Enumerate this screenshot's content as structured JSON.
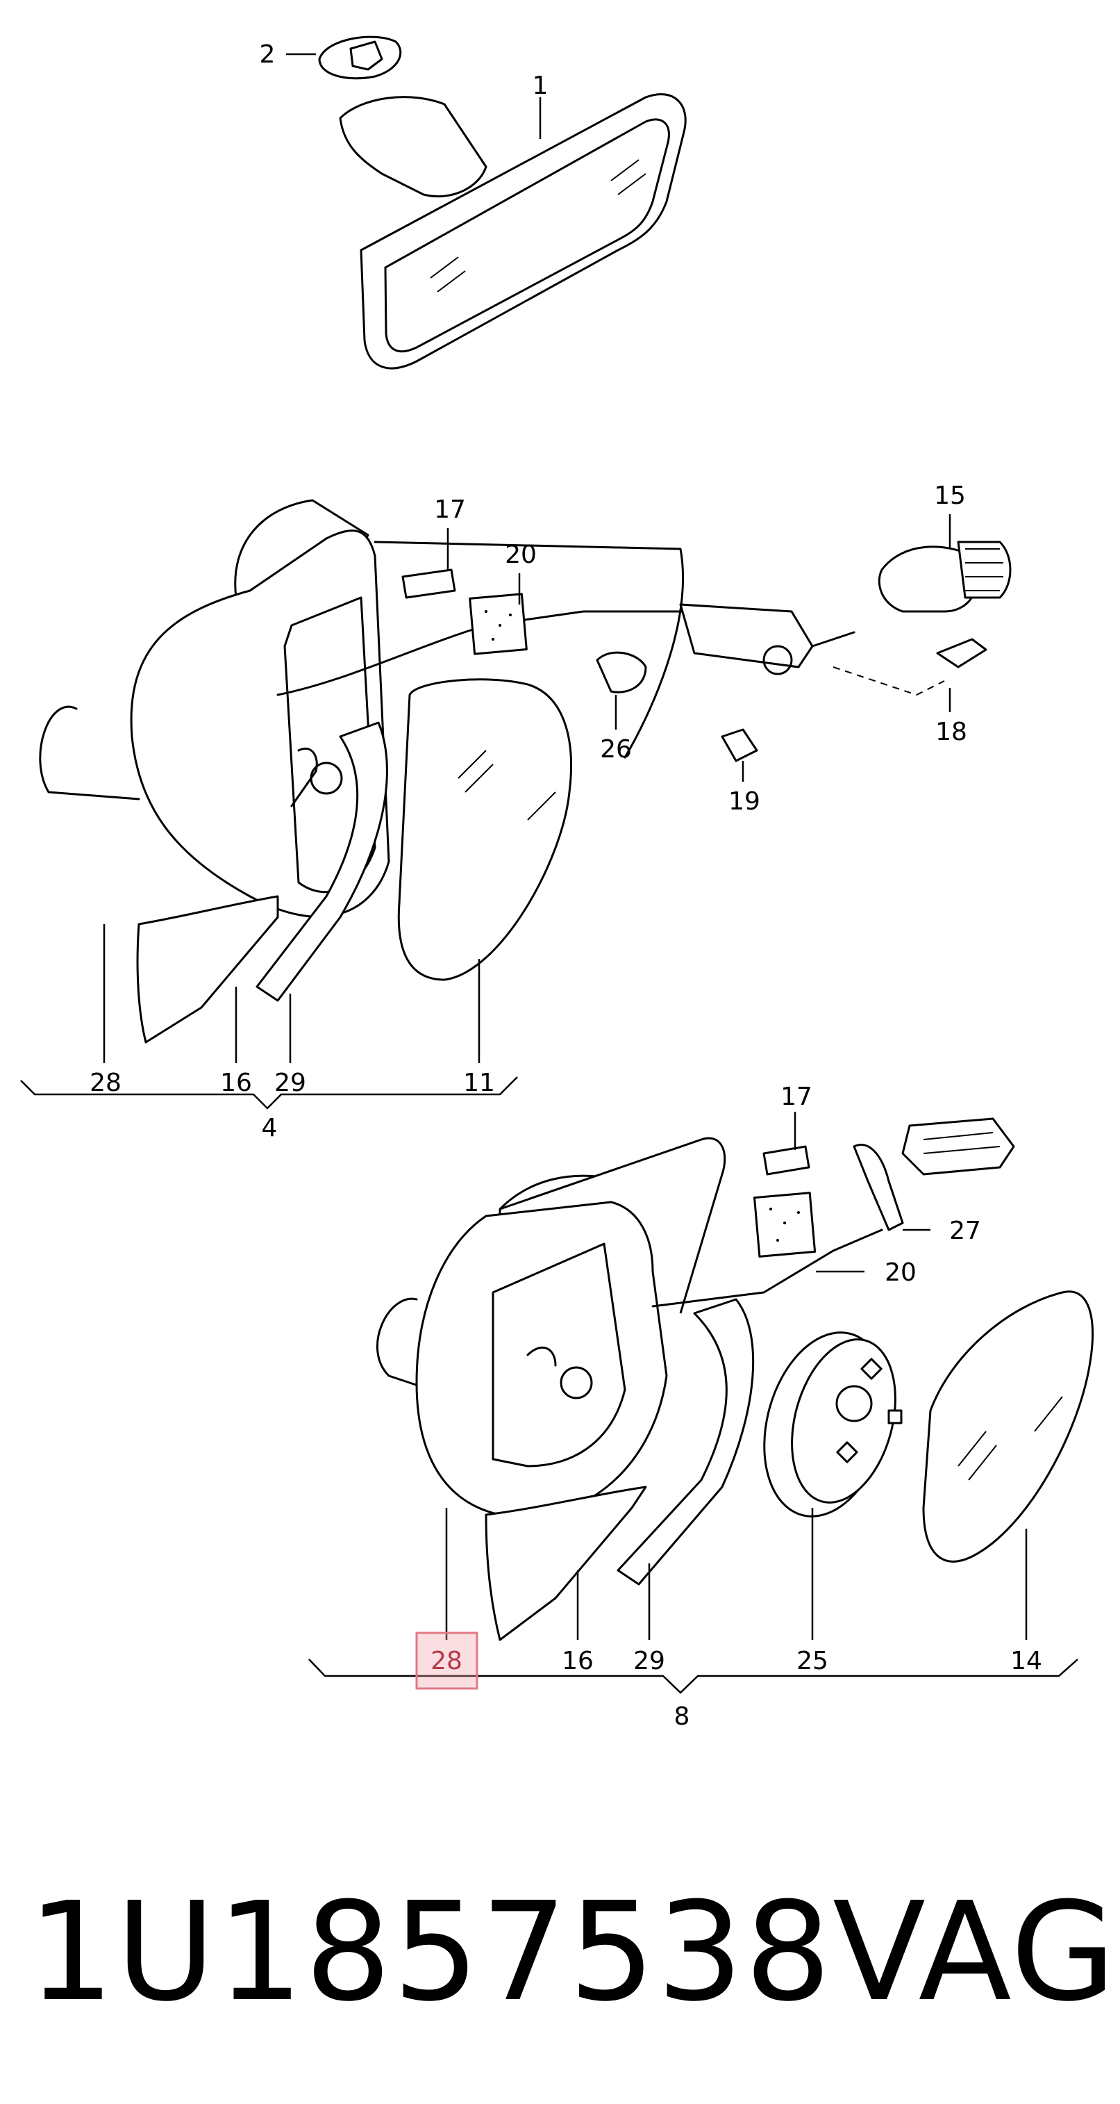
{
  "callouts": {
    "c1": "1",
    "c2": "2",
    "c17a": "17",
    "c20a": "20",
    "c15": "15",
    "c18": "18",
    "c26": "26",
    "c19": "19",
    "c28a": "28",
    "c16a": "16",
    "c29a": "29",
    "c11": "11",
    "c4": "4",
    "c17b": "17",
    "c27": "27",
    "c20b": "20",
    "c28b": "28",
    "c16b": "16",
    "c29b": "29",
    "c25": "25",
    "c14": "14",
    "c8": "8"
  },
  "highlight_color": "#e07a86",
  "footer": {
    "part_number": "1U1857538",
    "brand": "VAG"
  }
}
